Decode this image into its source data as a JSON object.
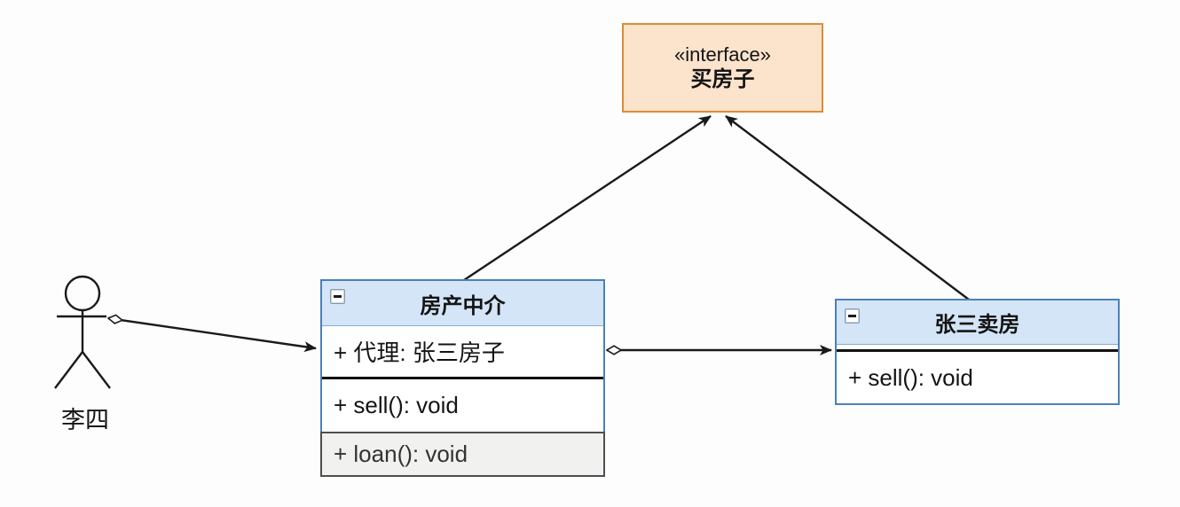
{
  "canvas": {
    "background": "#fdfdfd"
  },
  "colors": {
    "interface-fill": "#fbe3cc",
    "interface-border": "#de8b33",
    "class-header-fill": "#d4e5f7",
    "class-border": "#4c80b8",
    "loan-row-fill": "#f1f1ef",
    "loan-row-border": "#4f4f4f",
    "line-color": "#1a1a1a",
    "text-color": "#141414"
  },
  "interface_box": {
    "stereotype": "«interface»",
    "name": "买房子"
  },
  "agent_class": {
    "title": "房产中介",
    "attribute": "+ 代理: 张三房子",
    "method_sell": "+ sell(): void",
    "method_loan": "+ loan(): void"
  },
  "seller_class": {
    "title": "张三卖房",
    "method_sell": "+ sell(): void"
  },
  "actor": {
    "label": "李四"
  },
  "edges": {
    "agent_realizes_interface": "房产中介 → 买房子",
    "seller_realizes_interface": "张三卖房 → 买房子",
    "actor_uses_agent": "李四 ◇→ 房产中介",
    "agent_aggregates_seller": "房产中介 ◇→ 张三卖房"
  }
}
